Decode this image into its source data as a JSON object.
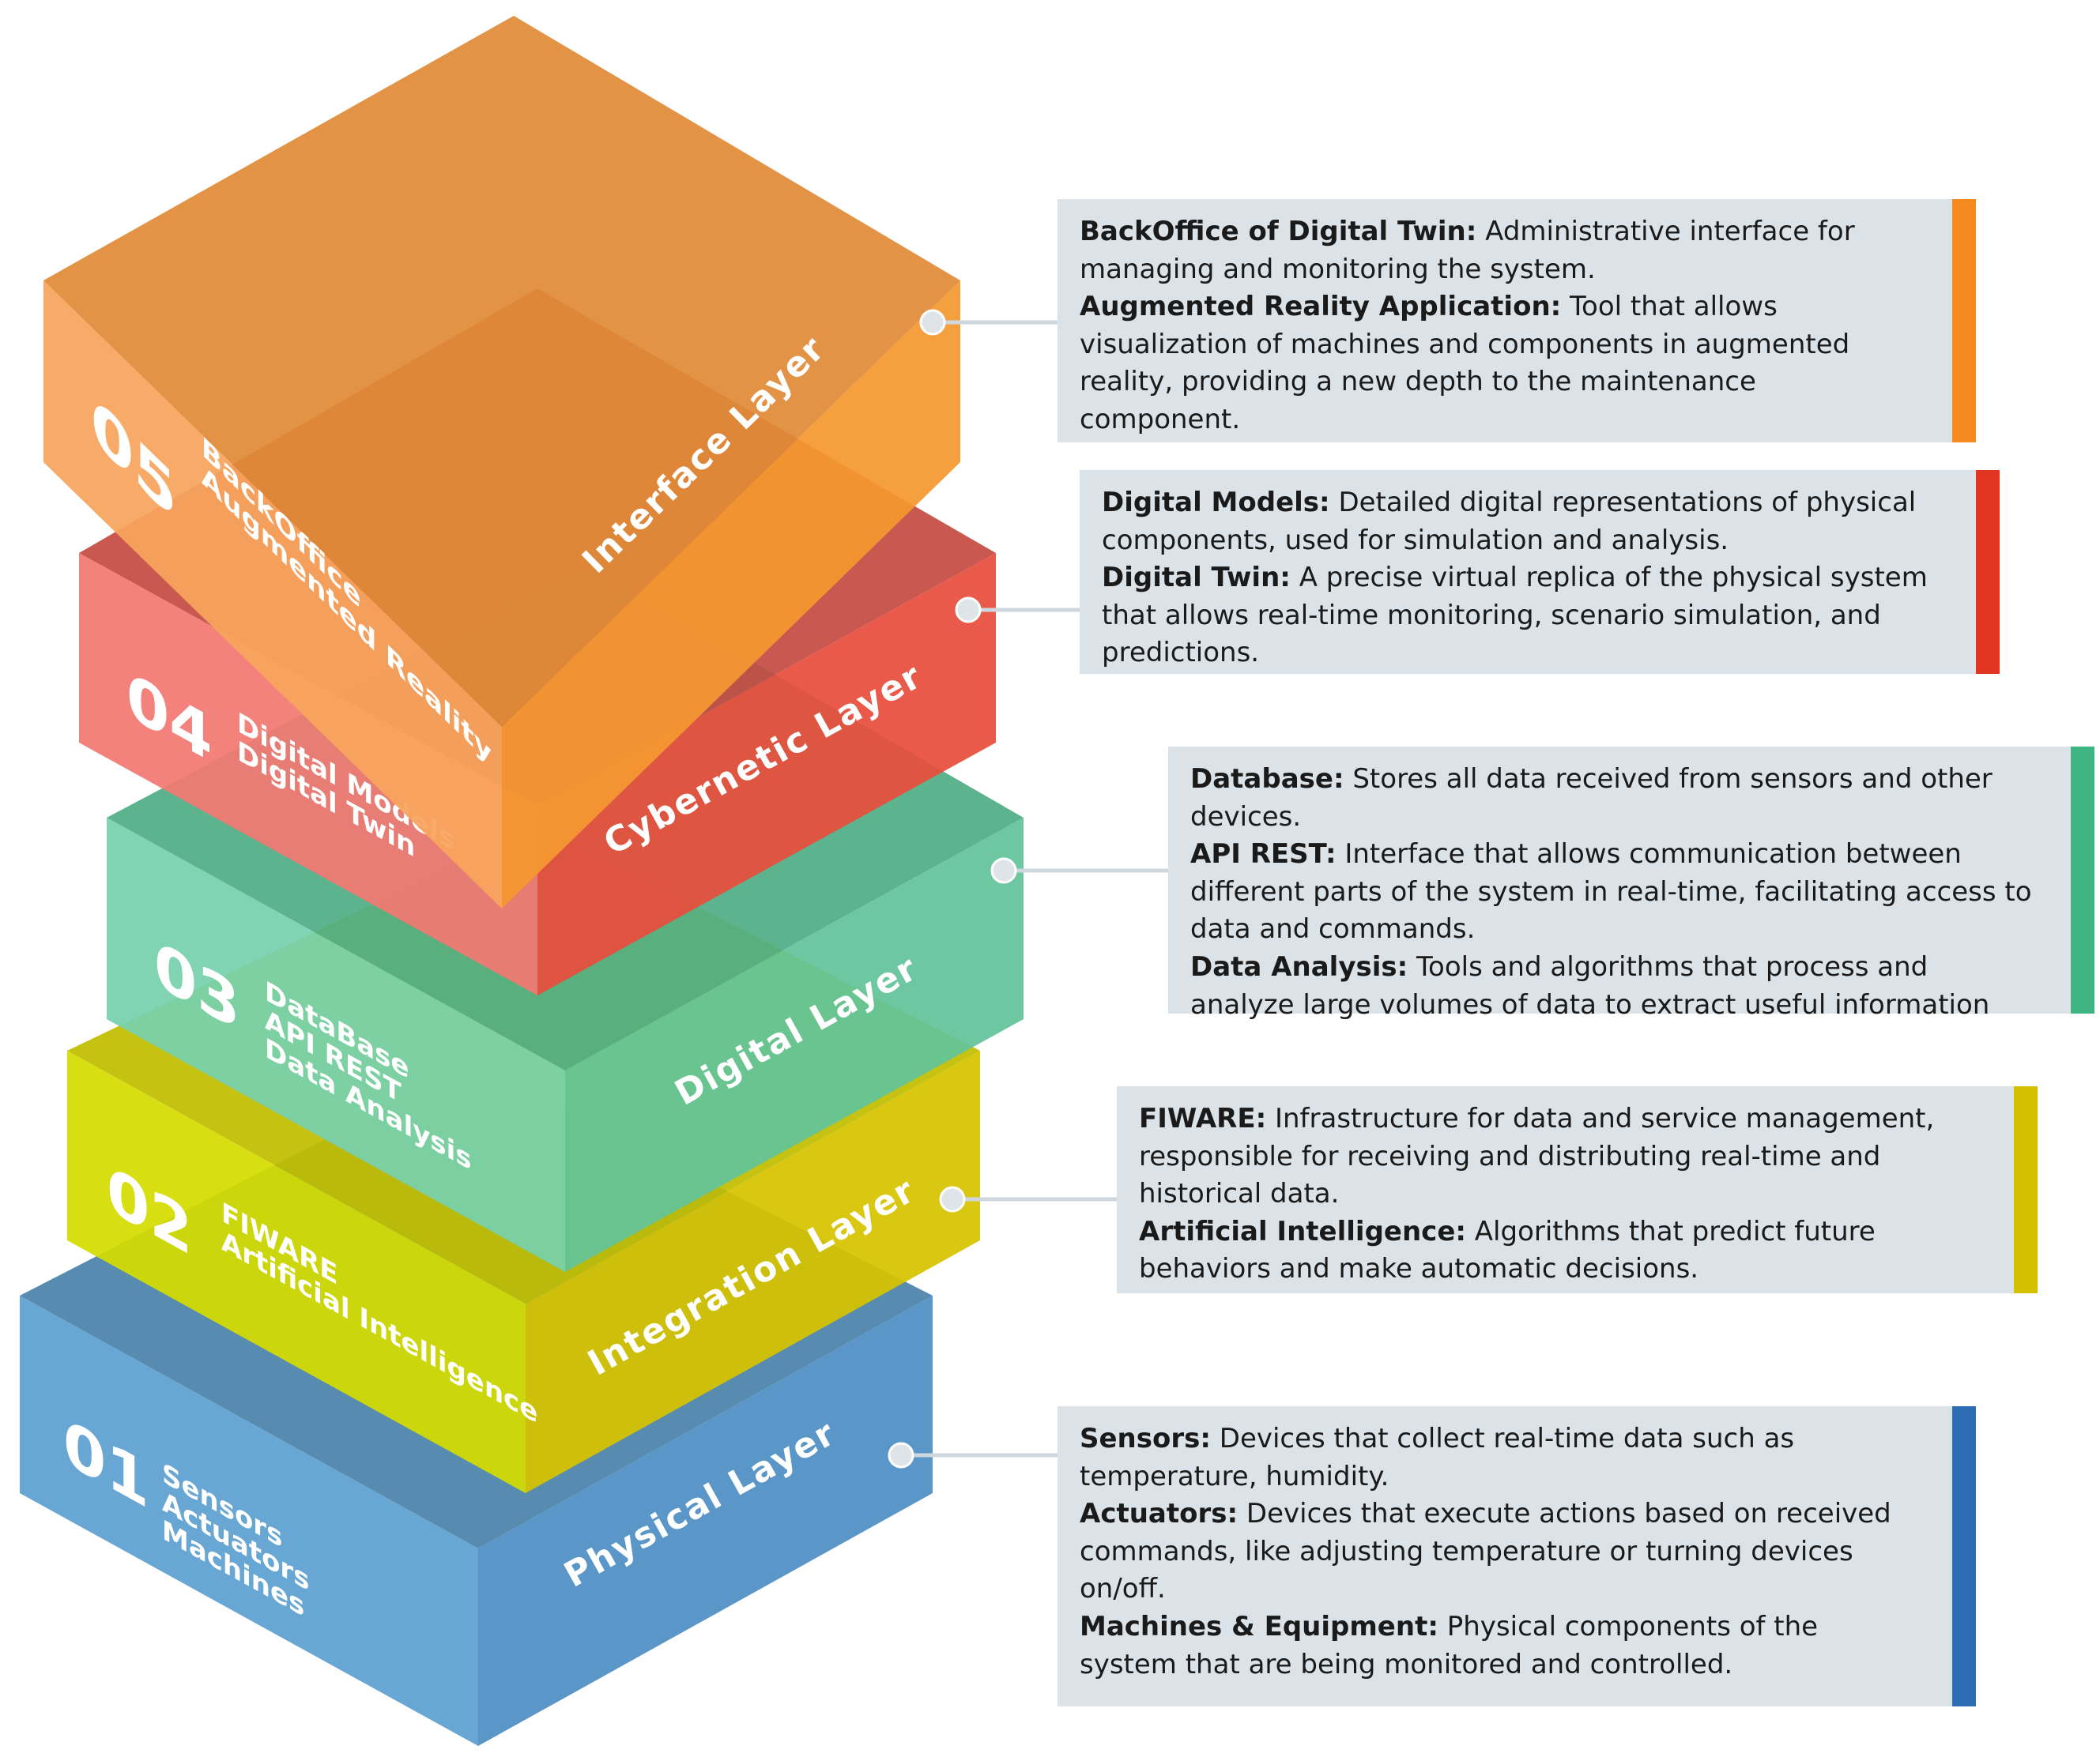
{
  "layers": [
    {
      "number": "05",
      "name": "Interface Layer",
      "items": [
        "BackOffice",
        "Augmented Reality"
      ],
      "colors": {
        "top": "#e08b38",
        "left": "#f7a55c",
        "right": "#f59830",
        "accent": "#f58a1f"
      },
      "description": [
        {
          "term": "BackOffice of Digital Twin:",
          "text": "Administrative interface for managing and monitoring the system."
        },
        {
          "term": "Augmented Reality Application:",
          "text": "Tool that allows visualization of machines and components in augmented reality, providing a new depth to the maintenance component."
        }
      ]
    },
    {
      "number": "04",
      "name": "Cybernetic Layer",
      "items": [
        "Digital Models",
        "Digital Twin"
      ],
      "colors": {
        "top": "#c44b43",
        "left": "#f27872",
        "right": "#e84d3c",
        "accent": "#e03520"
      },
      "description": [
        {
          "term": "Digital Models:",
          "text": "Detailed digital representations of physical components, used for simulation and analysis."
        },
        {
          "term": "Digital Twin:",
          "text": "A precise virtual replica of the physical system that allows real-time monitoring, scenario simulation, and predictions."
        }
      ]
    },
    {
      "number": "03",
      "name": "Digital Layer",
      "items": [
        "DataBase",
        "API REST",
        "Data Analysis"
      ],
      "colors": {
        "top": "#52ad87",
        "left": "#76d1ad",
        "right": "#62c49a",
        "accent": "#3fb584"
      },
      "description": [
        {
          "term": "Database:",
          "text": "Stores all data received from sensors and other devices."
        },
        {
          "term": "API REST:",
          "text": "Interface that allows communication between different parts of the system in real-time, facilitating access to data and commands."
        },
        {
          "term": "Data Analysis:",
          "text": "Tools and algorithms that process and analyze large volumes of data to extract useful information"
        }
      ]
    },
    {
      "number": "02",
      "name": "Integration Layer",
      "items": [
        "FIWARE",
        "Artificial Intelligence"
      ],
      "colors": {
        "top": "#c2bd00",
        "left": "#d4dc00",
        "right": "#d6c300",
        "accent": "#d4bf00"
      },
      "description": [
        {
          "term": "FIWARE:",
          "text": "Infrastructure for data and service management, responsible for receiving and distributing real-time and historical data."
        },
        {
          "term": "Artificial Intelligence:",
          "text": "Algorithms that predict future behaviors and make automatic decisions."
        }
      ]
    },
    {
      "number": "01",
      "name": "Physical Layer",
      "items": [
        "Sensors",
        "Actuators",
        "Machines"
      ],
      "colors": {
        "top": "#4a82a9",
        "left": "#5d9fd0",
        "right": "#4f8ec4",
        "accent": "#2c6db3"
      },
      "description": [
        {
          "term": "Sensors:",
          "text": "Devices that collect real-time data such as temperature, humidity."
        },
        {
          "term": "Actuators:",
          "text": "Devices that execute actions based on received commands, like adjusting temperature or turning devices on/off."
        },
        {
          "term": "Machines & Equipment:",
          "text": "Physical components of the system that are being monitored and controlled."
        }
      ]
    }
  ]
}
